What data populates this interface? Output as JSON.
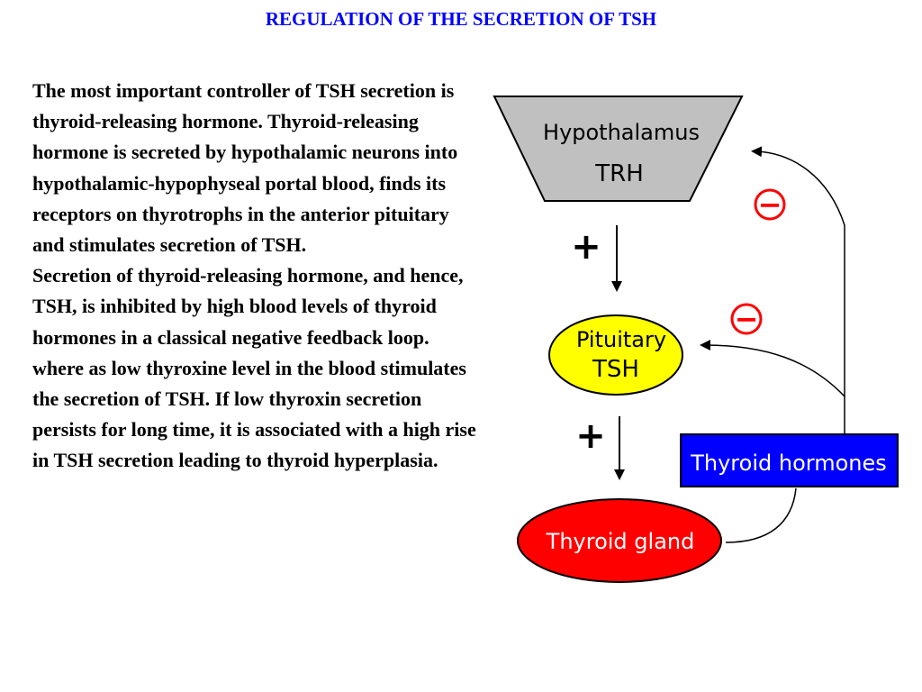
{
  "title": "REGULATION OF THE SECRETION OF TSH",
  "paragraphs": [
    "The most important controller of TSH secretion is thyroid-releasing hormone. Thyroid-releasing hormone is secreted by hypothalamic neurons into hypothalamic-hypophyseal portal blood, finds its receptors on thyrotrophs in the anterior pituitary and stimulates secretion of TSH.",
    "Secretion of thyroid-releasing hormone, and hence, TSH, is inhibited by high blood levels of thyroid hormones in a classical negative feedback loop. where as low thyroxine level in the blood stimulates the secretion of TSH. If low thyroxin secretion persists for long time, it is associated with a high rise in TSH secretion leading to thyroid hyperplasia."
  ],
  "diagram": {
    "hypothalamus": {
      "line1": "Hypothalamus",
      "line2": "TRH",
      "color": "#c0c0c0"
    },
    "pituitary": {
      "line1": "Pituitary",
      "line2": "TSH",
      "color": "#ffff00"
    },
    "thyroid_gland": {
      "label": "Thyroid gland",
      "color": "#ff0000"
    },
    "thyroid_hormones": {
      "label": "Thyroid hormones",
      "color": "#0000ff"
    },
    "stimulate_sign": "+",
    "inhibit_sign": "−",
    "inhibit_color": "#ff0000"
  }
}
